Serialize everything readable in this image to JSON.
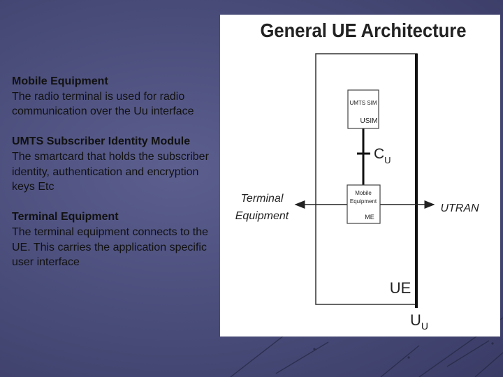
{
  "sections": [
    {
      "title": "Mobile Equipment",
      "body": "The radio terminal is used for radio communication over the Uu interface"
    },
    {
      "title": "UMTS Subscriber Identity Module",
      "body": "The smartcard that holds the subscriber identity, authentication and encryption keys Etc"
    },
    {
      "title": "Terminal Equipment",
      "body": "The terminal equipment connects to the UE. This carries the application specific user interface"
    }
  ],
  "diagram": {
    "title": "General UE Architecture",
    "usim_top": "UMTS SIM",
    "usim_bottom": "USIM",
    "me_line1": "Mobile",
    "me_line2": "Equipment",
    "me_line3": "ME",
    "cu_main": "C",
    "cu_sub": "U",
    "terminal_line1": "Terminal",
    "terminal_line2": "Equipment",
    "utran": "UTRAN",
    "ue": "UE",
    "uu_main": "U",
    "uu_sub": "U"
  }
}
